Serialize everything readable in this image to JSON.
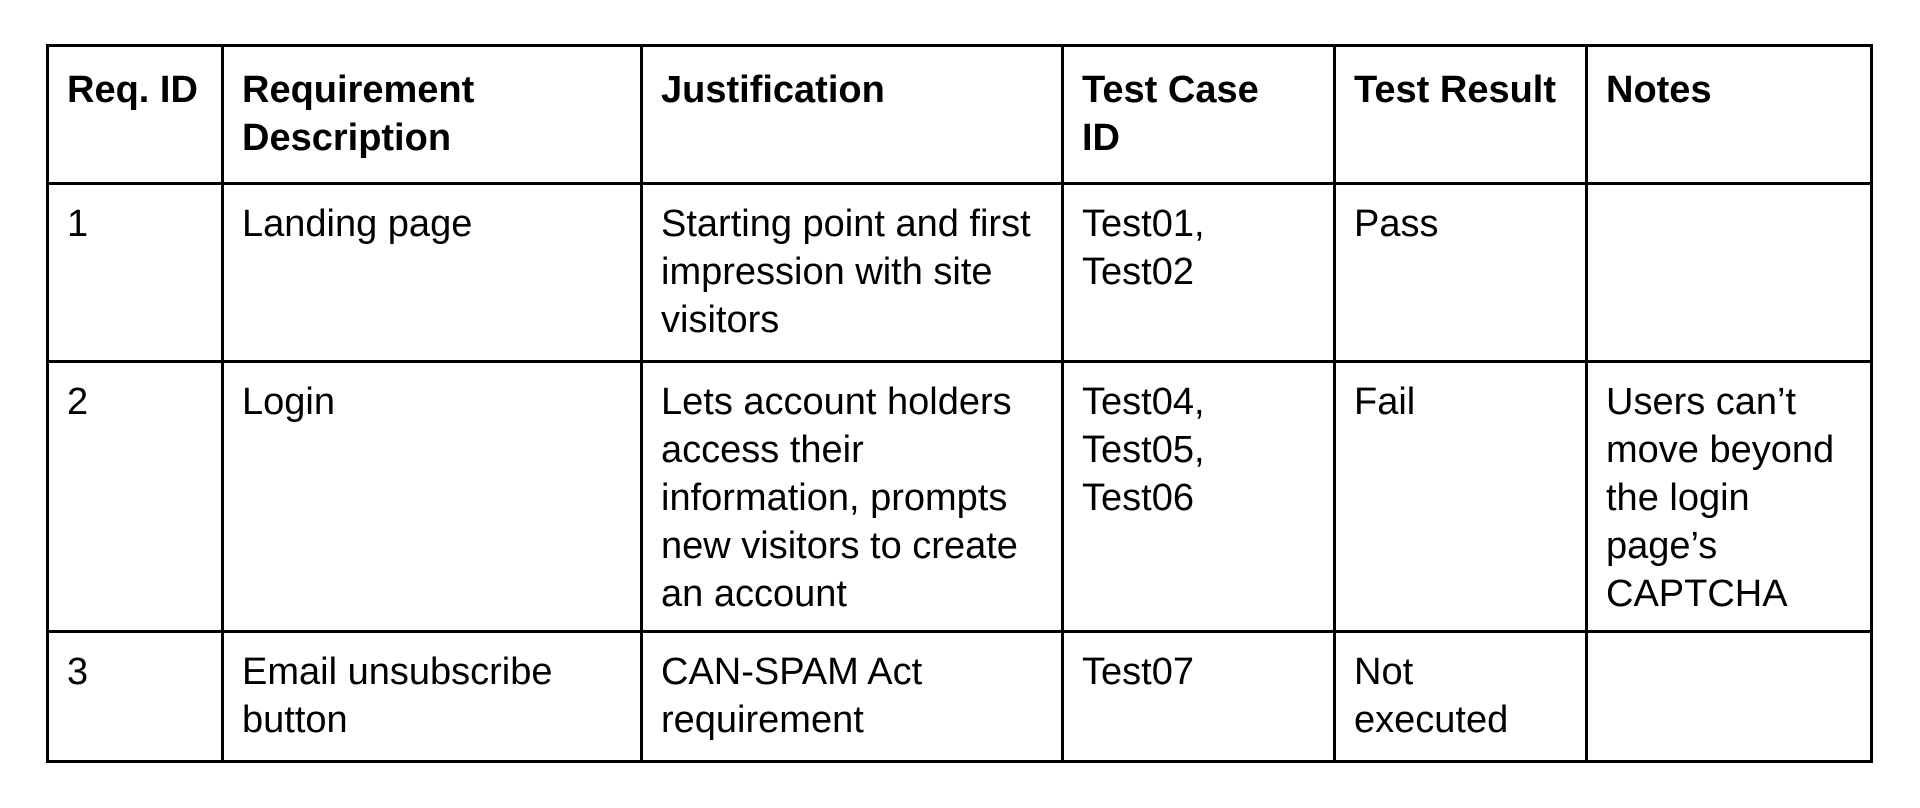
{
  "page": {
    "background_color": "#ffffff",
    "text_color": "#000000",
    "table_border_color": "#000000"
  },
  "table": {
    "columns": [
      {
        "id": "req_id",
        "label": "Req. ID"
      },
      {
        "id": "requirement_description",
        "label": [
          "Requirement",
          "Description"
        ]
      },
      {
        "id": "justification",
        "label": "Justification"
      },
      {
        "id": "test_case_id",
        "label": [
          "Test Case",
          "ID"
        ]
      },
      {
        "id": "test_result",
        "label": "Test Result"
      },
      {
        "id": "notes",
        "label": "Notes"
      }
    ],
    "rows": [
      {
        "req_id": "1",
        "requirement_description": "Landing page",
        "justification": [
          "Starting point and first",
          "impression with site",
          "visitors"
        ],
        "test_case_id": [
          "Test01,",
          "Test02"
        ],
        "test_result": "Pass",
        "notes": ""
      },
      {
        "req_id": "2",
        "requirement_description": "Login",
        "justification": [
          "Lets account holders",
          "access their",
          "information, prompts",
          "new visitors to create",
          "an account"
        ],
        "test_case_id": [
          "Test04,",
          "Test05,",
          "Test06"
        ],
        "test_result": "Fail",
        "notes": [
          "Users can’t",
          "move beyond",
          "the login",
          "page’s",
          "CAPTCHA"
        ]
      },
      {
        "req_id": "3",
        "requirement_description": [
          "Email unsubscribe",
          "button"
        ],
        "justification": [
          "CAN-SPAM Act",
          "requirement"
        ],
        "test_case_id": "Test07",
        "test_result": [
          "Not",
          "executed"
        ],
        "notes": ""
      }
    ]
  }
}
